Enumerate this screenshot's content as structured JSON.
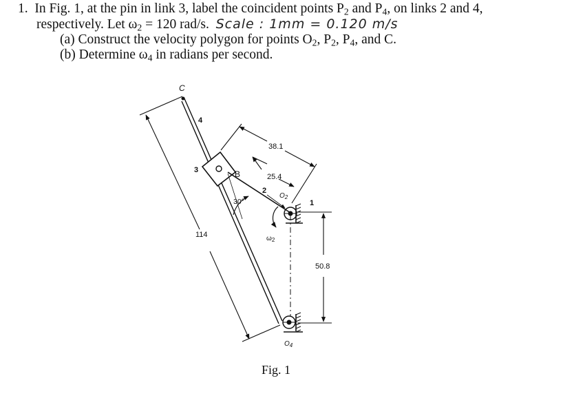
{
  "problem": {
    "number": "1.",
    "line1_a": "In Fig. 1, at the pin in link 3, label the coincident points P",
    "line1_b": " and P",
    "line1_c": ", on links 2 and 4,",
    "line2_a": "respectively. Let ω",
    "line2_b": " = 120 rad/s.",
    "handwritten_scale": "Scale : 1mm = 0.120 m/s",
    "part_a_a": "(a) Construct the velocity polygon for points O",
    "part_a_b": ", P",
    "part_a_c": ", P",
    "part_a_d": ", and C.",
    "part_b_a": "(b) Determine ω",
    "part_b_b": " in radians per second.",
    "sub_2": "2",
    "sub_4": "4"
  },
  "figure": {
    "caption": "Fig. 1",
    "labels": {
      "point_c": "C",
      "link_4": "4",
      "link_3": "3",
      "point_b": "B",
      "link_2": "2",
      "link_1": "1",
      "angle": "30°",
      "omega": "ω",
      "omega_sub": "2",
      "o2": "O",
      "o2_sub": "2",
      "o4": "O",
      "o4_sub": "4"
    },
    "dimensions": {
      "d_114": "114",
      "d_38": "38.1",
      "d_25": "25.4",
      "d_50": "50.8"
    }
  }
}
